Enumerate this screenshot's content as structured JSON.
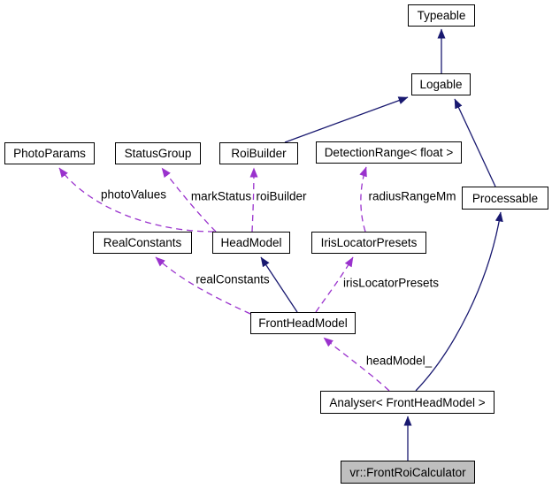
{
  "diagram": {
    "type": "class-collaboration-graph",
    "colors": {
      "inheritance_edge": "#191970",
      "usage_edge": "#9a32cd",
      "node_border": "#000000",
      "node_fill": "#ffffff",
      "highlighted_node_fill": "#bfbfbf",
      "text": "#000000",
      "background": "#ffffff"
    },
    "nodes": {
      "typeable": "Typeable",
      "logable": "Logable",
      "photoparams": "PhotoParams",
      "statusgroup": "StatusGroup",
      "roibuilder": "RoiBuilder",
      "detectionrange": "DetectionRange< float >",
      "processable": "Processable",
      "realconstants": "RealConstants",
      "headmodel": "HeadModel",
      "irislocatorpresets": "IrisLocatorPresets",
      "frontheadmodel": "FrontHeadModel",
      "analyser": "Analyser< FrontHeadModel >",
      "frontroicalculator": "vr::FrontRoiCalculator"
    },
    "highlighted_node": "frontroicalculator",
    "edge_labels": {
      "photovalues": "photoValues",
      "markstatus": "markStatus",
      "roibuilder": "roiBuilder",
      "radiusrangemm": "radiusRangeMm",
      "realconstants": "realConstants",
      "irislocatorpresets": "irisLocatorPresets",
      "headmodel_": "headModel_"
    },
    "edges": [
      {
        "from": "Logable",
        "to": "Typeable",
        "type": "inheritance",
        "label": ""
      },
      {
        "from": "RoiBuilder",
        "to": "Logable",
        "type": "inheritance",
        "label": ""
      },
      {
        "from": "Processable",
        "to": "Logable",
        "type": "inheritance",
        "label": ""
      },
      {
        "from": "FrontHeadModel",
        "to": "HeadModel",
        "type": "inheritance",
        "label": ""
      },
      {
        "from": "Analyser< FrontHeadModel >",
        "to": "Processable",
        "type": "inheritance",
        "label": ""
      },
      {
        "from": "vr::FrontRoiCalculator",
        "to": "Analyser< FrontHeadModel >",
        "type": "inheritance",
        "label": ""
      },
      {
        "from": "HeadModel",
        "to": "PhotoParams",
        "type": "usage",
        "label": "photoValues"
      },
      {
        "from": "HeadModel",
        "to": "StatusGroup",
        "type": "usage",
        "label": "markStatus"
      },
      {
        "from": "HeadModel",
        "to": "RoiBuilder",
        "type": "usage",
        "label": "roiBuilder"
      },
      {
        "from": "IrisLocatorPresets",
        "to": "DetectionRange< float >",
        "type": "usage",
        "label": "radiusRangeMm"
      },
      {
        "from": "FrontHeadModel",
        "to": "RealConstants",
        "type": "usage",
        "label": "realConstants"
      },
      {
        "from": "FrontHeadModel",
        "to": "IrisLocatorPresets",
        "type": "usage",
        "label": "irisLocatorPresets"
      },
      {
        "from": "Analyser< FrontHeadModel >",
        "to": "FrontHeadModel",
        "type": "usage",
        "label": "headModel_"
      }
    ]
  }
}
